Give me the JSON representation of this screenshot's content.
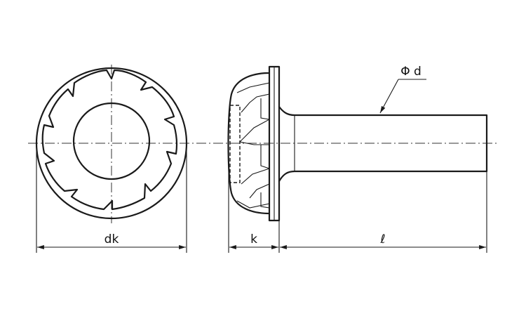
{
  "dimensions": {
    "head_diameter": "dk",
    "head_height": "k",
    "length": "ℓ",
    "shank_diameter": "Φ d"
  }
}
